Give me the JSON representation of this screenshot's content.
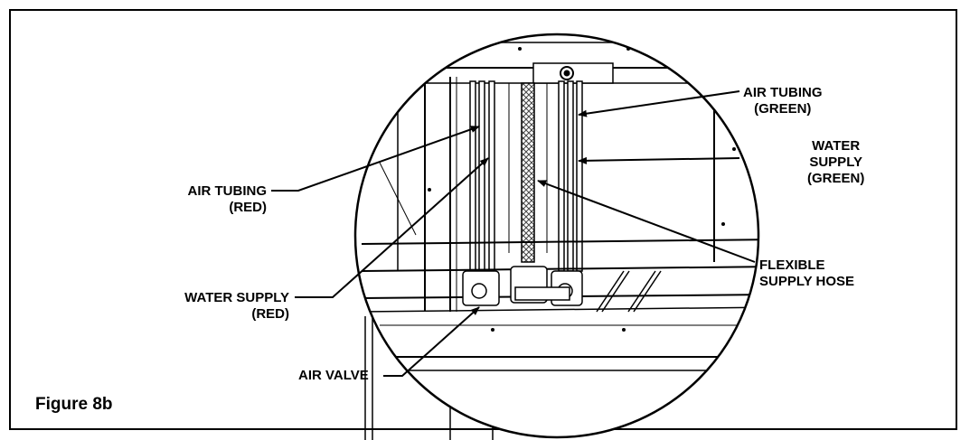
{
  "figure_caption": "Figure 8b",
  "labels": {
    "air_tubing_green": [
      "AIR TUBING",
      "(GREEN)"
    ],
    "water_supply_green": [
      "WATER",
      "SUPPLY",
      "(GREEN)"
    ],
    "air_tubing_red": [
      "AIR TUBING",
      "(RED)"
    ],
    "flexible_supply_hose": [
      "FLEXIBLE",
      "SUPPLY HOSE"
    ],
    "water_supply_red": [
      "WATER SUPPLY",
      "(RED)"
    ],
    "air_valve": [
      "AIR VALVE"
    ]
  }
}
